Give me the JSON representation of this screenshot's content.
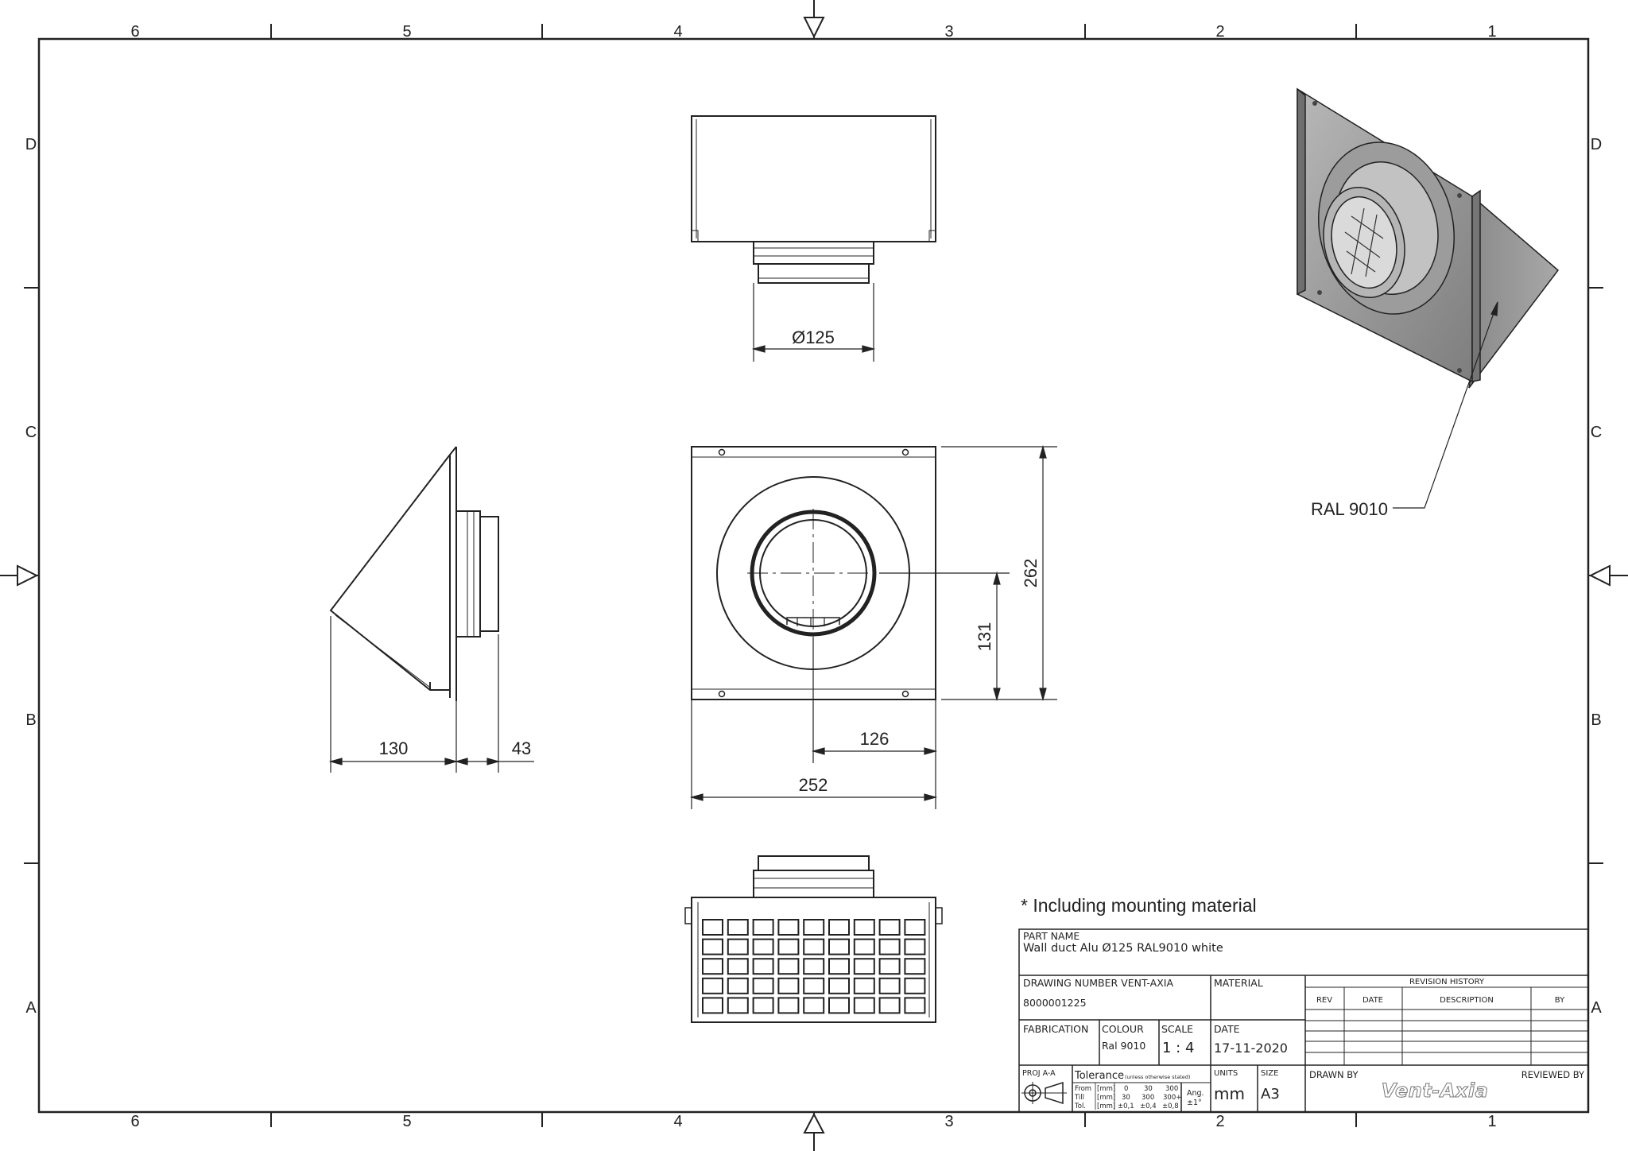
{
  "frame": {
    "columns": [
      "6",
      "5",
      "4",
      "3",
      "2",
      "1"
    ],
    "rows": [
      "D",
      "C",
      "B",
      "A"
    ]
  },
  "dimensions": {
    "top_diameter": "Ø125",
    "side_depth": "130",
    "side_collar": "43",
    "front_width": "252",
    "front_half_width": "126",
    "front_height": "262",
    "front_half_height": "131"
  },
  "callout": {
    "color_label": "RAL 9010"
  },
  "note": "* Including mounting material",
  "title_block": {
    "part_name_label": "PART NAME",
    "part_name": "Wall duct Alu Ø125 RAL9010 white",
    "drawing_number_label": "DRAWING NUMBER VENT-AXIA",
    "drawing_number": "8000001225",
    "material_label": "MATERIAL",
    "fabrication_label": "FABRICATION",
    "colour_label": "COLOUR",
    "colour": "Ral 9010",
    "scale_label": "SCALE",
    "scale": "1 : 4",
    "date_label": "DATE",
    "date": "17-11-2020",
    "proj_label": "PROJ A-A",
    "tolerance_label": "Tolerance",
    "tolerance_note": "(unless otherwise stated)",
    "tol_rows": [
      [
        "From",
        "[mm]",
        "0",
        "30",
        "300"
      ],
      [
        "Till",
        "[mm]",
        "30",
        "300",
        "300+"
      ],
      [
        "Tol.",
        "[mm]",
        "±0,1",
        "±0,4",
        "±0,8"
      ]
    ],
    "ang_label": "Ang.",
    "ang_value": "±1°",
    "units_label": "UNITS",
    "units": "mm",
    "size_label": "SIZE",
    "size": "A3",
    "revision_history_label": "REVISION HISTORY",
    "rev_headers": [
      "REV",
      "DATE",
      "DESCRIPTION",
      "BY"
    ],
    "drawn_by_label": "DRAWN BY",
    "reviewed_by_label": "REVIEWED BY",
    "logo": "Vent-Axia"
  }
}
